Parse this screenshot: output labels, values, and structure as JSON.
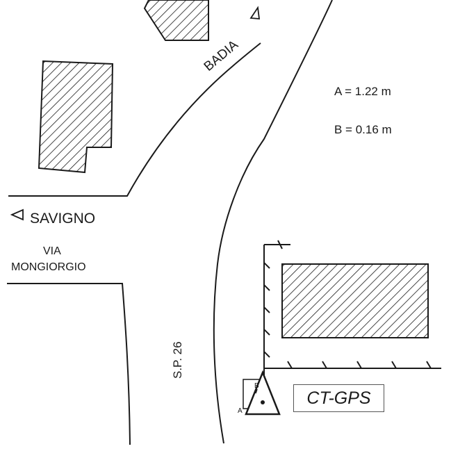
{
  "map": {
    "place_labels": {
      "badia": "BADIA",
      "savigno": "SAVIGNO",
      "via_line1": "VIA",
      "via_line2": "MONGIORGIO",
      "road": "S.P. 26"
    },
    "measurements": {
      "a": "A = 1.22 m",
      "b": "B = 0.16 m"
    },
    "station": {
      "name": "CT-GPS",
      "marker_a": "A",
      "marker_b": "B"
    },
    "colors": {
      "ink": "#1a1a1a",
      "background": "#ffffff"
    }
  }
}
